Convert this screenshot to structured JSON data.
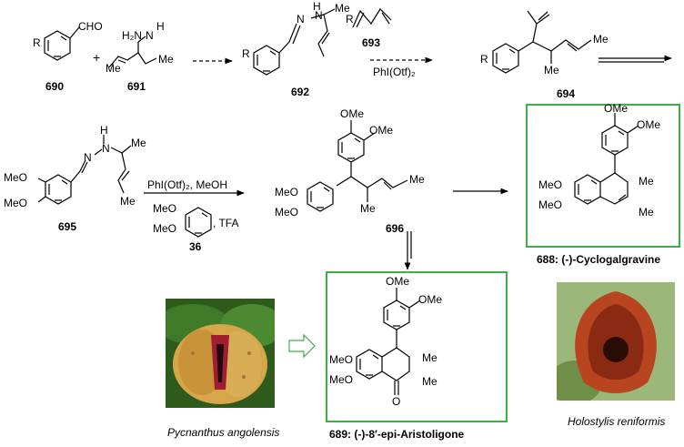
{
  "colors": {
    "box_border": "#3cb043",
    "hollow_arrow": "#3cb043"
  },
  "compounds": {
    "c690": {
      "number": "690",
      "cho": "CHO",
      "r": "R"
    },
    "c691": {
      "number": "691",
      "nh": "H",
      "h2n": "H₂N",
      "n": "N",
      "me": "Me",
      "me2": "Me"
    },
    "c692": {
      "number": "692",
      "n1": "N",
      "n2": "N",
      "h": "H",
      "me": "Me",
      "r": "R"
    },
    "c693": {
      "number": "693",
      "r": "R"
    },
    "c694": {
      "number": "694",
      "r": "R",
      "me": "Me",
      "me2": "Me"
    },
    "c695": {
      "number": "695",
      "h": "H",
      "n1": "N",
      "n2": "N",
      "meo1": "MeO",
      "meo2": "MeO",
      "me": "Me"
    },
    "c696": {
      "number": "696",
      "ome1": "OMe",
      "ome2": "OMe",
      "meo1": "MeO",
      "meo2": "MeO",
      "me": "Me",
      "me2": "Me"
    },
    "c688": {
      "label": "688: (-)-Cyclogalgravine",
      "ome1": "OMe",
      "ome2": "OMe",
      "meo1": "MeO",
      "meo2": "MeO",
      "me1": "Me",
      "me2": "Me"
    },
    "c689": {
      "label": "689: (-)-8′-epi-Aristoligone",
      "ome1": "OMe",
      "ome2": "OMe",
      "meo1": "MeO",
      "meo2": "MeO",
      "me1": "Me",
      "me2": "Me",
      "o": "O"
    },
    "c36": {
      "number": "36",
      "meo1": "MeO",
      "meo2": "MeO"
    }
  },
  "reagents": {
    "r1": "PhI(Otf)₂",
    "r2": "PhI(Otf)₂, MeOH",
    "r3": ", TFA"
  },
  "operators": {
    "plus": "+"
  },
  "captions": {
    "left_photo": "Pycnanthus angolensis",
    "right_photo": "Holostylis reniformis"
  }
}
